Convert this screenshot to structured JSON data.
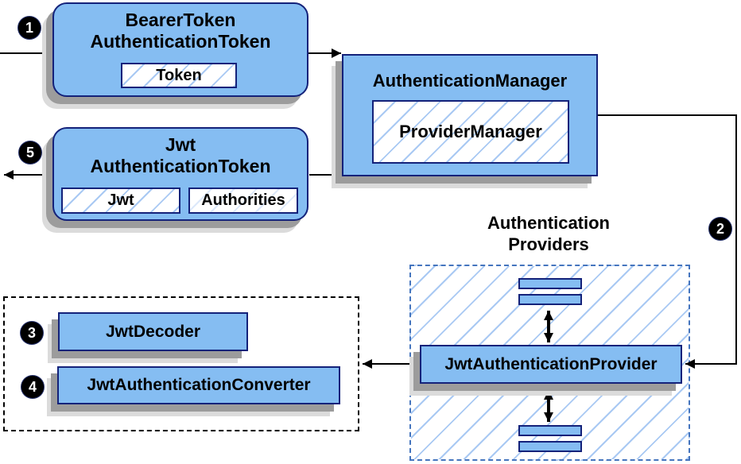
{
  "colors": {
    "node_fill": "#85BDF2",
    "node_border": "#14227A",
    "hatch_line": "#A9C9F3",
    "providers_dash_border": "#4575BE",
    "group_dash_border": "#000000",
    "shadow_dark": "#9C9C9C",
    "shadow_light": "#DBDBDB",
    "connector": "#000000",
    "badge_bg": "#000000",
    "badge_text": "#FFFFFF"
  },
  "badges": {
    "step1": "1",
    "step2": "2",
    "step3": "3",
    "step4": "4",
    "step5": "5"
  },
  "nodes": {
    "bearer_token": {
      "line1": "BearerToken",
      "line2": "AuthenticationToken",
      "chip": "Token"
    },
    "authentication_manager": {
      "title": "AuthenticationManager",
      "chip": "ProviderManager"
    },
    "jwt_authentication_token": {
      "line1": "Jwt",
      "line2": "AuthenticationToken",
      "chip1": "Jwt",
      "chip2": "Authorities"
    },
    "authentication_providers": {
      "line1": "Authentication",
      "line2": "Providers"
    },
    "jwt_authentication_provider": {
      "title": "JwtAuthenticationProvider"
    },
    "jwt_decoder": {
      "title": "JwtDecoder"
    },
    "jwt_authentication_converter": {
      "title": "JwtAuthenticationConverter"
    }
  }
}
